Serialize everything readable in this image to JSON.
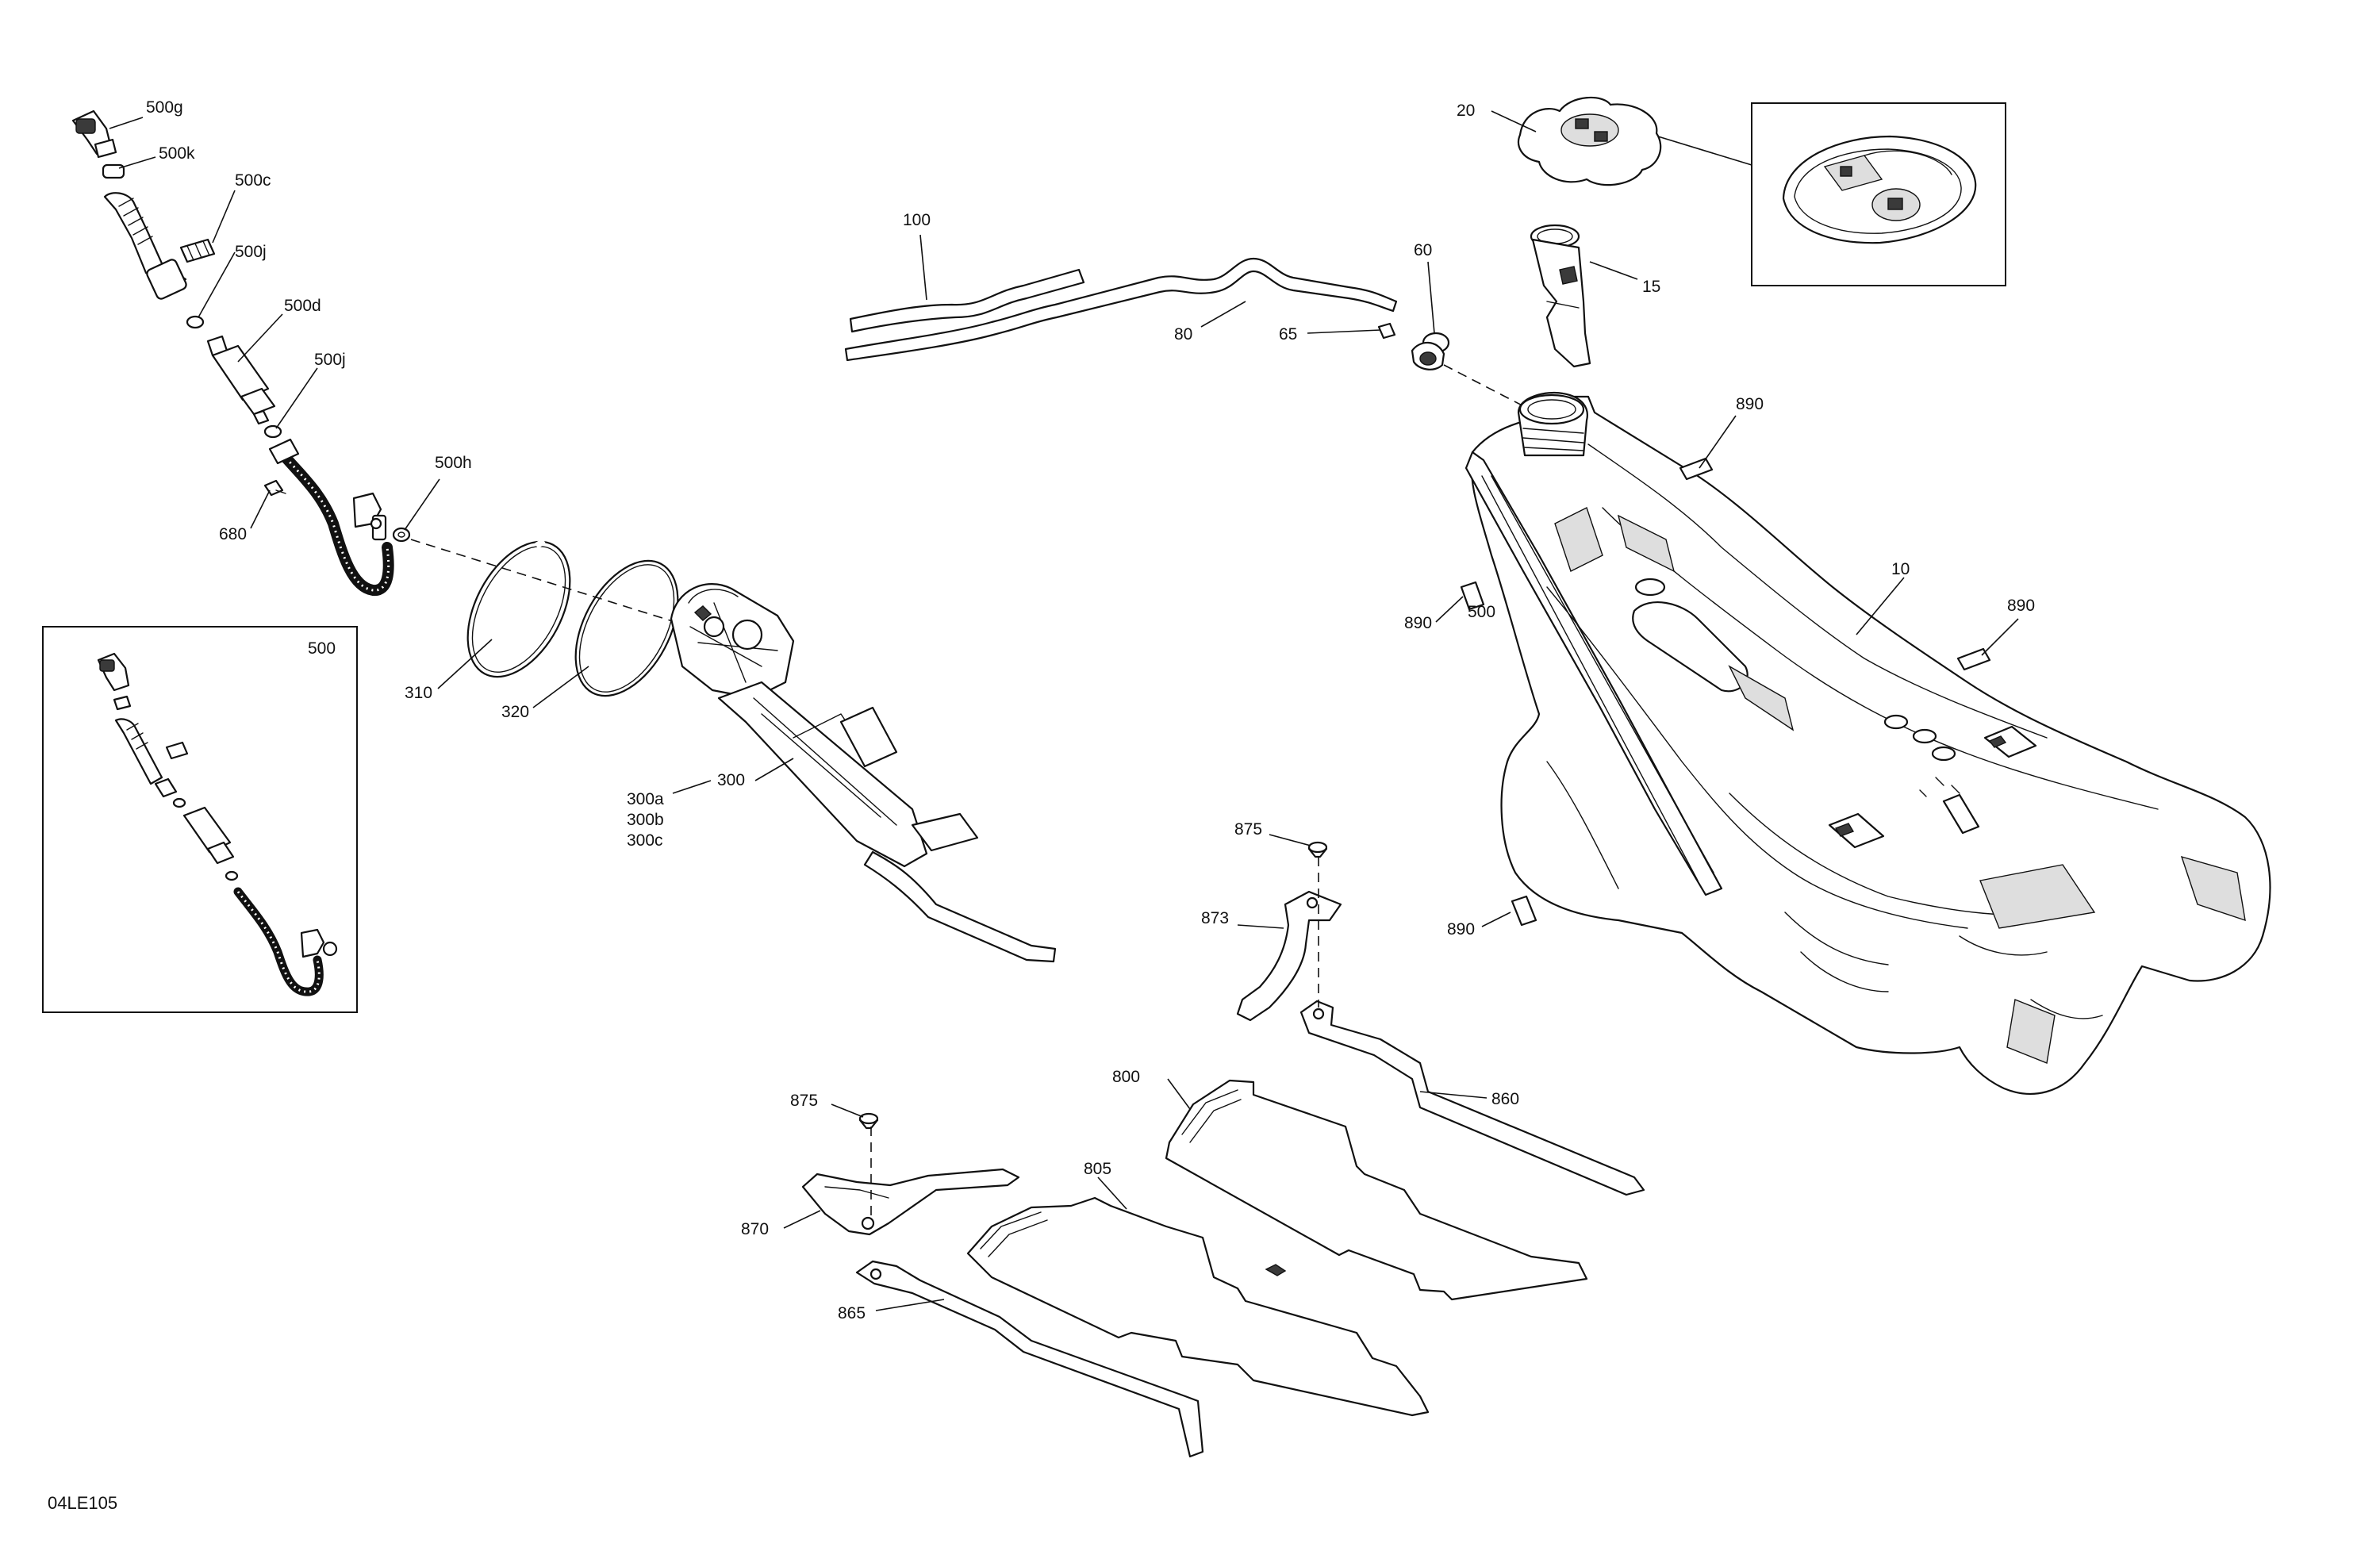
{
  "diagram": {
    "drawing_code": "04LE105",
    "labels": {
      "l500g": "500g",
      "l500k": "500k",
      "l500c": "500c",
      "l500j_a": "500j",
      "l500d": "500d",
      "l500j_b": "500j",
      "l500h": "500h",
      "l680": "680",
      "l500box": "500",
      "l310": "310",
      "l320": "320",
      "l300": "300",
      "l300a": "300a",
      "l300b": "300b",
      "l300c": "300c",
      "l100": "100",
      "l80": "80",
      "l65": "65",
      "l60": "60",
      "l20": "20",
      "l15": "15",
      "l890_a": "890",
      "l890_b": "890",
      "l890_c": "890",
      "l890_d": "890",
      "l500tank": "500",
      "l10": "10",
      "l875_a": "875",
      "l873": "873",
      "l800": "800",
      "l860": "860",
      "l875_b": "875",
      "l805": "805",
      "l870": "870",
      "l865": "865"
    }
  }
}
